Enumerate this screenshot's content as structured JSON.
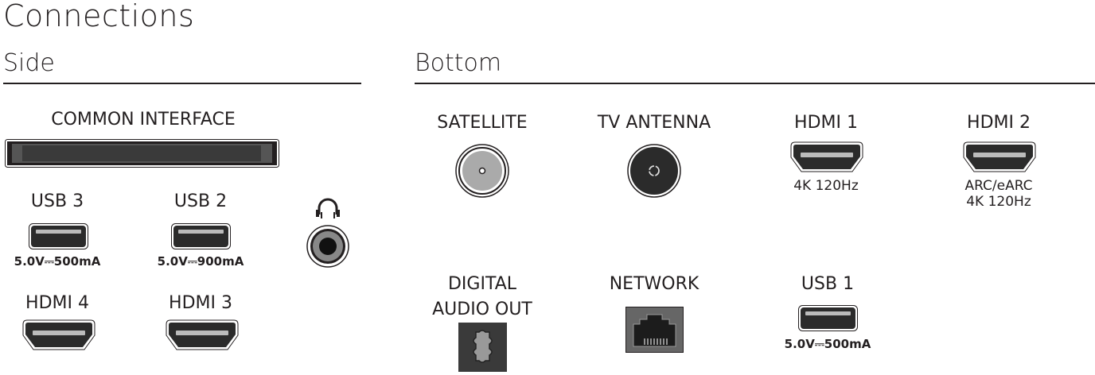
{
  "title": "Connections",
  "side": {
    "heading": "Side",
    "common_interface": "COMMON INTERFACE",
    "usb3": {
      "label": "USB 3",
      "spec": "5.0V⎓500mA"
    },
    "usb2": {
      "label": "USB 2",
      "spec": "5.0V⎓900mA"
    },
    "headphone": {
      "icon": "headphone-icon"
    },
    "hdmi4": {
      "label": "HDMI 4"
    },
    "hdmi3": {
      "label": "HDMI 3"
    }
  },
  "bottom": {
    "heading": "Bottom",
    "satellite": {
      "label": "SATELLITE"
    },
    "tv_antenna": {
      "label": "TV ANTENNA"
    },
    "hdmi1": {
      "label": "HDMI 1",
      "spec": "4K 120Hz"
    },
    "hdmi2": {
      "label": "HDMI 2",
      "spec1": "ARC/eARC",
      "spec2": "4K 120Hz"
    },
    "digital_audio": {
      "line1": "DIGITAL",
      "line2": "AUDIO OUT"
    },
    "network": {
      "label": "NETWORK"
    },
    "usb1": {
      "label": "USB 1",
      "spec": "5.0V⎓500mA"
    }
  }
}
